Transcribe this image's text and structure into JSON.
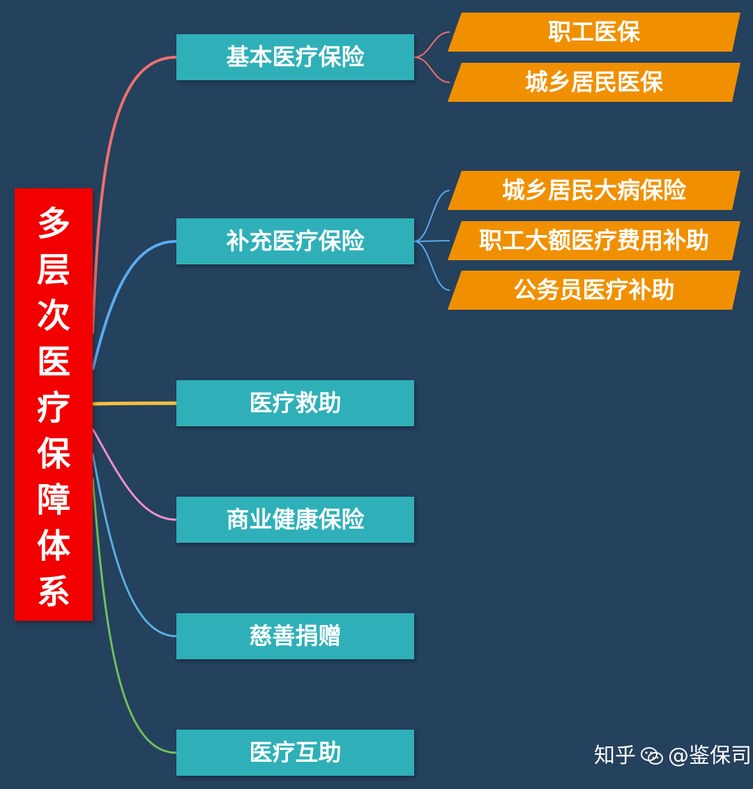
{
  "root": {
    "label": "多层次医疗保障体系",
    "color": "#f20000"
  },
  "branches": [
    {
      "label": "基本医疗保险",
      "line_color": "#f07070",
      "children": [
        "职工医保",
        "城乡居民医保"
      ]
    },
    {
      "label": "补充医疗保险",
      "line_color": "#5aaaf0",
      "children": [
        "城乡居民大病保险",
        "职工大额医疗费用补助",
        "公务员医疗补助"
      ]
    },
    {
      "label": "医疗救助",
      "line_color": "#f5c040",
      "children": []
    },
    {
      "label": "商业健康保险",
      "line_color": "#f090d0",
      "children": []
    },
    {
      "label": "慈善捐赠",
      "line_color": "#5ab0e0",
      "children": []
    },
    {
      "label": "医疗互助",
      "line_color": "#70c060",
      "children": []
    }
  ],
  "colors": {
    "background": "#24415d",
    "branch_box": "#2fb0b8",
    "leaf_box": "#f09000",
    "text": "#ffffff"
  },
  "watermark": {
    "site": "知乎",
    "author": "@鉴保司",
    "icon": "wechat-icon"
  }
}
